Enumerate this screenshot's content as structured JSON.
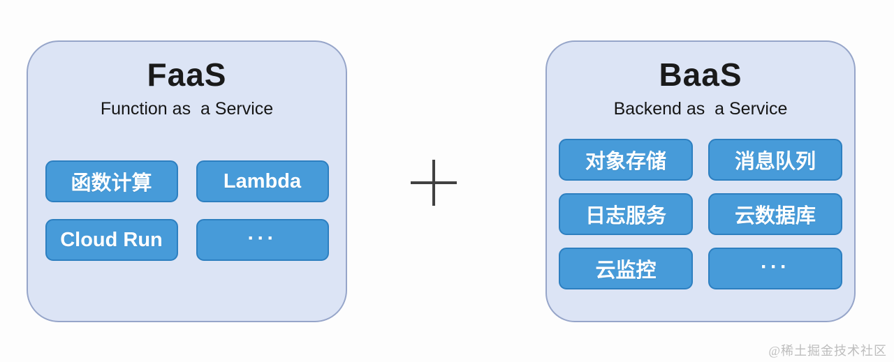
{
  "page": {
    "background": "#fdfdfd",
    "watermark": "@稀土掘金技术社区"
  },
  "colors": {
    "panel_fill": "#dce4f5",
    "panel_border": "#96a5c9",
    "chip_fill": "#479bd9",
    "chip_border": "#2d7fc0",
    "chip_text": "#ffffff",
    "title_text": "#1a1a1a",
    "plus_sign": "#414141",
    "watermark_text": "#bdbdbd"
  },
  "connector": {
    "operator": "+"
  },
  "faas": {
    "title": "FaaS",
    "subtitle": "Function as  a Service",
    "services": [
      "函数计算",
      "Lambda",
      "Cloud Run",
      "···"
    ]
  },
  "baas": {
    "title": "BaaS",
    "subtitle": "Backend as  a Service",
    "services": [
      "对象存储",
      "消息队列",
      "日志服务",
      "云数据库",
      "云监控",
      "···"
    ]
  }
}
